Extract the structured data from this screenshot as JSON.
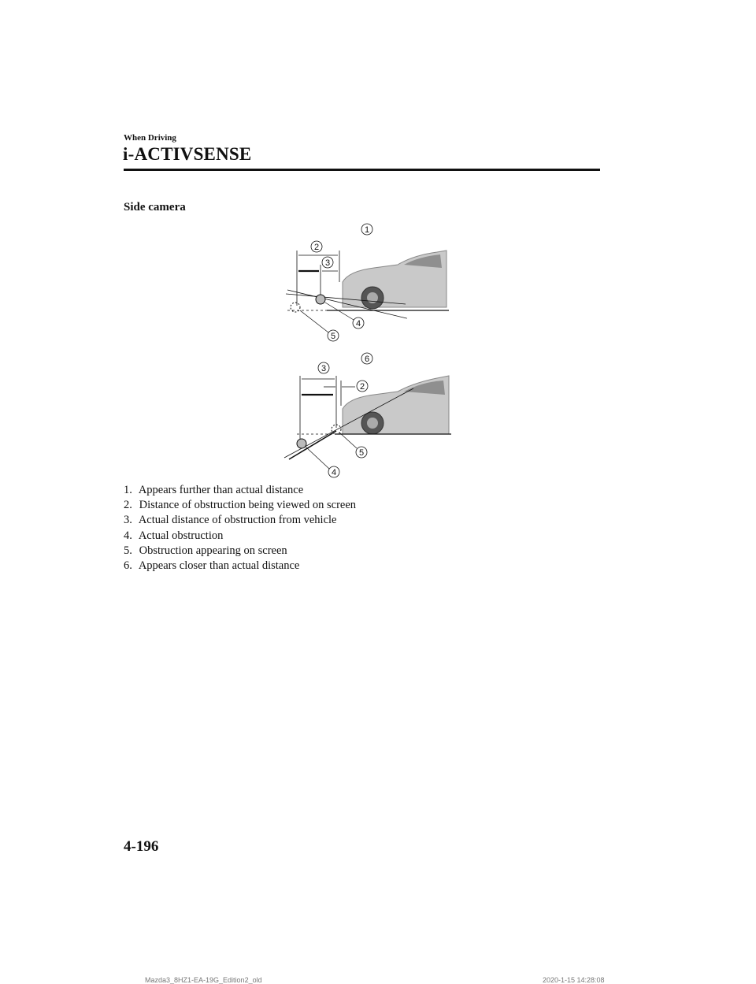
{
  "header": {
    "section": "When Driving",
    "chapter": "i-ACTIVSENSE"
  },
  "subheading": "Side camera",
  "figure": {
    "callouts_top": [
      "1",
      "2",
      "3",
      "4",
      "5"
    ],
    "callouts_bottom": [
      "6",
      "3",
      "2",
      "5",
      "4"
    ]
  },
  "legend": [
    {
      "num": "1.",
      "text": "Appears further than actual distance"
    },
    {
      "num": "2.",
      "text": "Distance of obstruction being viewed on screen"
    },
    {
      "num": "3.",
      "text": "Actual distance of obstruction from vehicle"
    },
    {
      "num": "4.",
      "text": "Actual obstruction"
    },
    {
      "num": "5.",
      "text": "Obstruction appearing on screen"
    },
    {
      "num": "6.",
      "text": "Appears closer than actual distance"
    }
  ],
  "page_number": "4-196",
  "footer": {
    "left": "Mazda3_8HZ1-EA-19G_Edition2_old",
    "right": "2020-1-15 14:28:08"
  }
}
